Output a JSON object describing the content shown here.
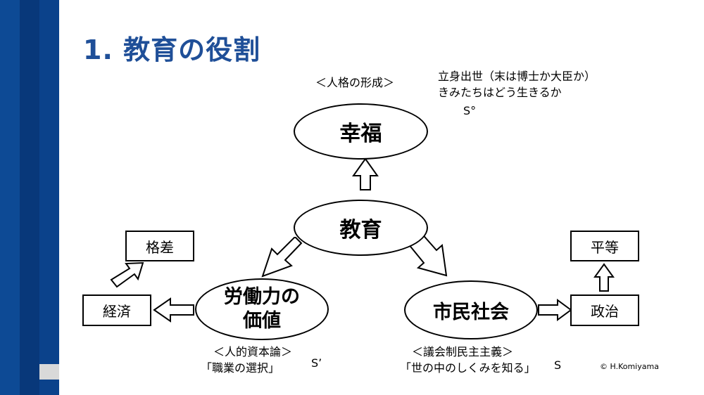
{
  "title": "1. 教育の役割",
  "top_label": "＜人格の形成＞",
  "top_note_line1": "立身出世（末は博士か大臣か）",
  "top_note_line2": "きみたちはどう生きるか",
  "s_degree": "S°",
  "nodes": {
    "happiness": "幸福",
    "education": "教育",
    "labor_value_line1": "労働力の",
    "labor_value_line2": "価値",
    "civil_society": "市民社会"
  },
  "boxes": {
    "disparity": "格差",
    "economy": "経済",
    "equality": "平等",
    "politics": "政治"
  },
  "bottom_left_label": "＜人的資本論＞",
  "bottom_left_sub": "「職業の選択」",
  "s_prime": "S’",
  "bottom_right_label": "＜議会制民主主義＞",
  "bottom_right_sub": "「世の中のしくみを知る」",
  "s_plain": "S",
  "copyright": "©  H.Komiyama"
}
